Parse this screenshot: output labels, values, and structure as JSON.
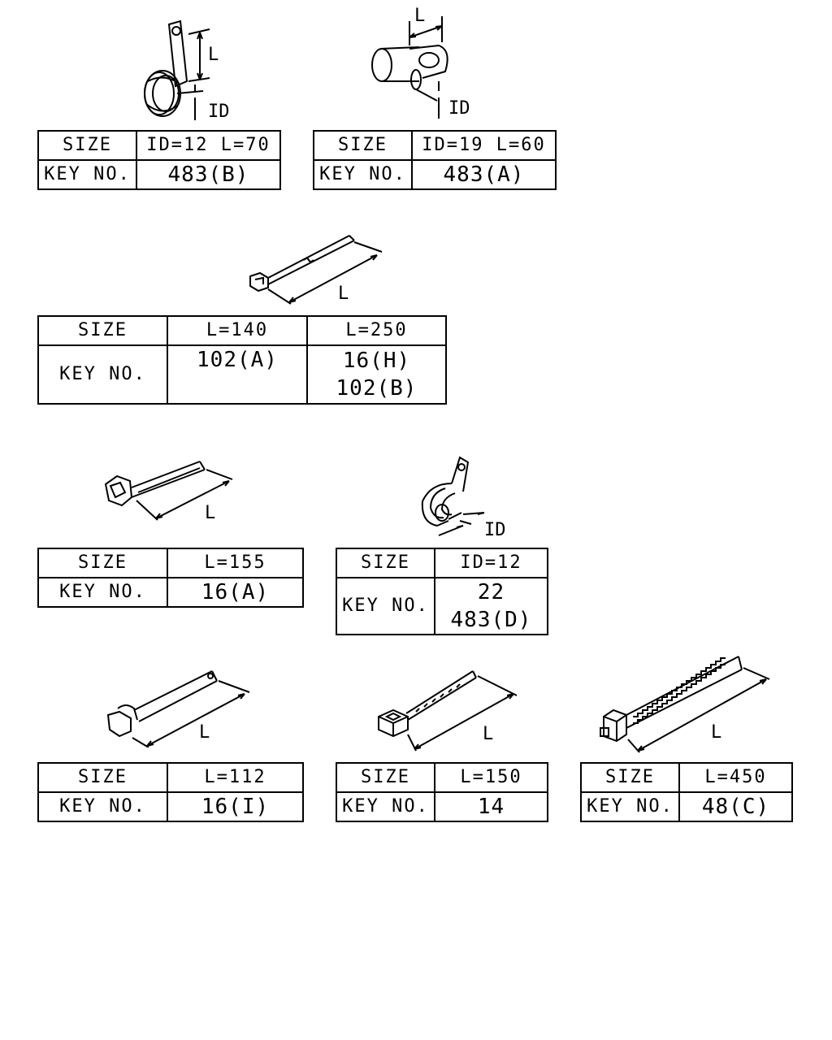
{
  "common": {
    "size_label": "SIZE",
    "key_label": "KEY NO.",
    "dim_L": "L",
    "dim_ID": "ID"
  },
  "tables": {
    "t1": {
      "size": [
        "ID=12 L=70"
      ],
      "key": [
        "483(B)"
      ]
    },
    "t2": {
      "size": [
        "ID=19 L=60"
      ],
      "key": [
        "483(A)"
      ]
    },
    "t3": {
      "size": [
        "L=140",
        "L=250"
      ],
      "key": [
        [
          "102(A)"
        ],
        [
          "16(H)",
          "102(B)"
        ]
      ]
    },
    "t4": {
      "size": [
        "L=155"
      ],
      "key": [
        "16(A)"
      ]
    },
    "t5": {
      "size": [
        "ID=12"
      ],
      "key": [
        "22",
        "483(D)"
      ]
    },
    "t6": {
      "size": [
        "L=112"
      ],
      "key": [
        "16(I)"
      ]
    },
    "t7": {
      "size": [
        "L=150"
      ],
      "key": [
        "14"
      ]
    },
    "t8": {
      "size": [
        "L=450"
      ],
      "key": [
        "48(C)"
      ]
    }
  }
}
